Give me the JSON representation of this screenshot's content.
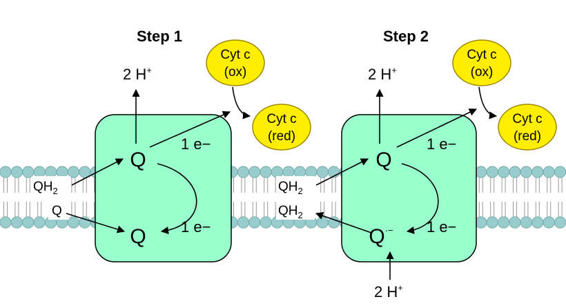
{
  "colors": {
    "complex_fill": "#99ffcc",
    "lipid_head": "#99cccc",
    "cyt_fill": "#ffee00",
    "cyt_stroke": "#a08800",
    "arrow": "#000000"
  },
  "steps": [
    {
      "title": "Step 1",
      "top_label": {
        "base": "2 H",
        "sup": "+"
      },
      "q_top": "Q",
      "q_bottom": "Q",
      "q_bottom_sup": "",
      "electron_top": "1 e−",
      "electron_bottom": "1 e−",
      "left_labels": [
        {
          "base": "QH",
          "sub": "2"
        },
        {
          "base": "Q",
          "sub": ""
        }
      ],
      "cyt_ox": [
        "Cyt c",
        "(ox)"
      ],
      "cyt_red": [
        "Cyt c",
        "(red)"
      ],
      "bottom_label": null
    },
    {
      "title": "Step 2",
      "top_label": {
        "base": "2 H",
        "sup": "+"
      },
      "q_top": "Q",
      "q_bottom": "Q",
      "q_bottom_sup": "·−",
      "electron_top": "1 e−",
      "electron_bottom": "1 e−",
      "left_labels": [
        {
          "base": "QH",
          "sub": "2"
        },
        {
          "base": "QH",
          "sub": "2"
        }
      ],
      "cyt_ox": [
        "Cyt c",
        "(ox)"
      ],
      "cyt_red": [
        "Cyt c",
        "(red)"
      ],
      "bottom_label": {
        "base": "2 H",
        "sup": "+"
      }
    }
  ]
}
